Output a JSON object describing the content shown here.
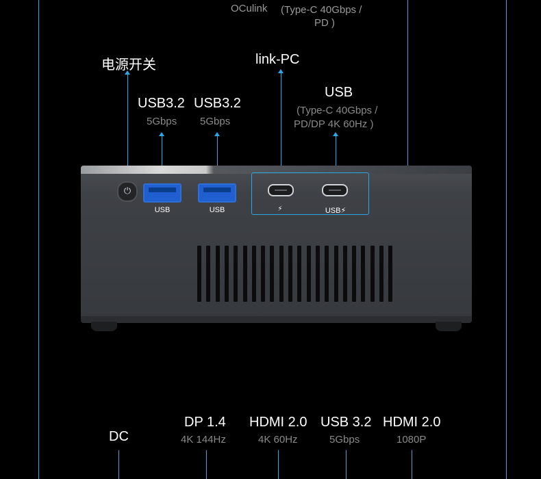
{
  "top": {
    "oculink": "OCulink",
    "typec_line1": "(Type-C 40Gbps /",
    "typec_line2": "PD )"
  },
  "power": {
    "label": "电源开关"
  },
  "usb_a1": {
    "title": "USB3.2",
    "speed": "5Gbps",
    "port_label": "USB"
  },
  "usb_a2": {
    "title": "USB3.2",
    "speed": "5Gbps",
    "port_label": "USB"
  },
  "link_pc": {
    "title": "link-PC",
    "port_label": "⚡"
  },
  "usb_c": {
    "title": "USB",
    "line1": "(Type-C 40Gbps /",
    "line2": "PD/DP 4K 60Hz )",
    "port_label": "USB⚡"
  },
  "bottom": {
    "dc": "DC",
    "dp_title": "DP 1.4",
    "dp_sub": "4K 144Hz",
    "hdmi1_title": "HDMI 2.0",
    "hdmi1_sub": "4K 60Hz",
    "usb_title": "USB 3.2",
    "usb_sub": "5Gbps",
    "hdmi2_title": "HDMI 2.0",
    "hdmi2_sub": "1080P"
  },
  "colors": {
    "accent": "#2aa8e8",
    "usb_blue": "#1f5fcf",
    "background": "#000000"
  },
  "icons": {
    "power": "power-icon",
    "lightning": "lightning-icon"
  }
}
